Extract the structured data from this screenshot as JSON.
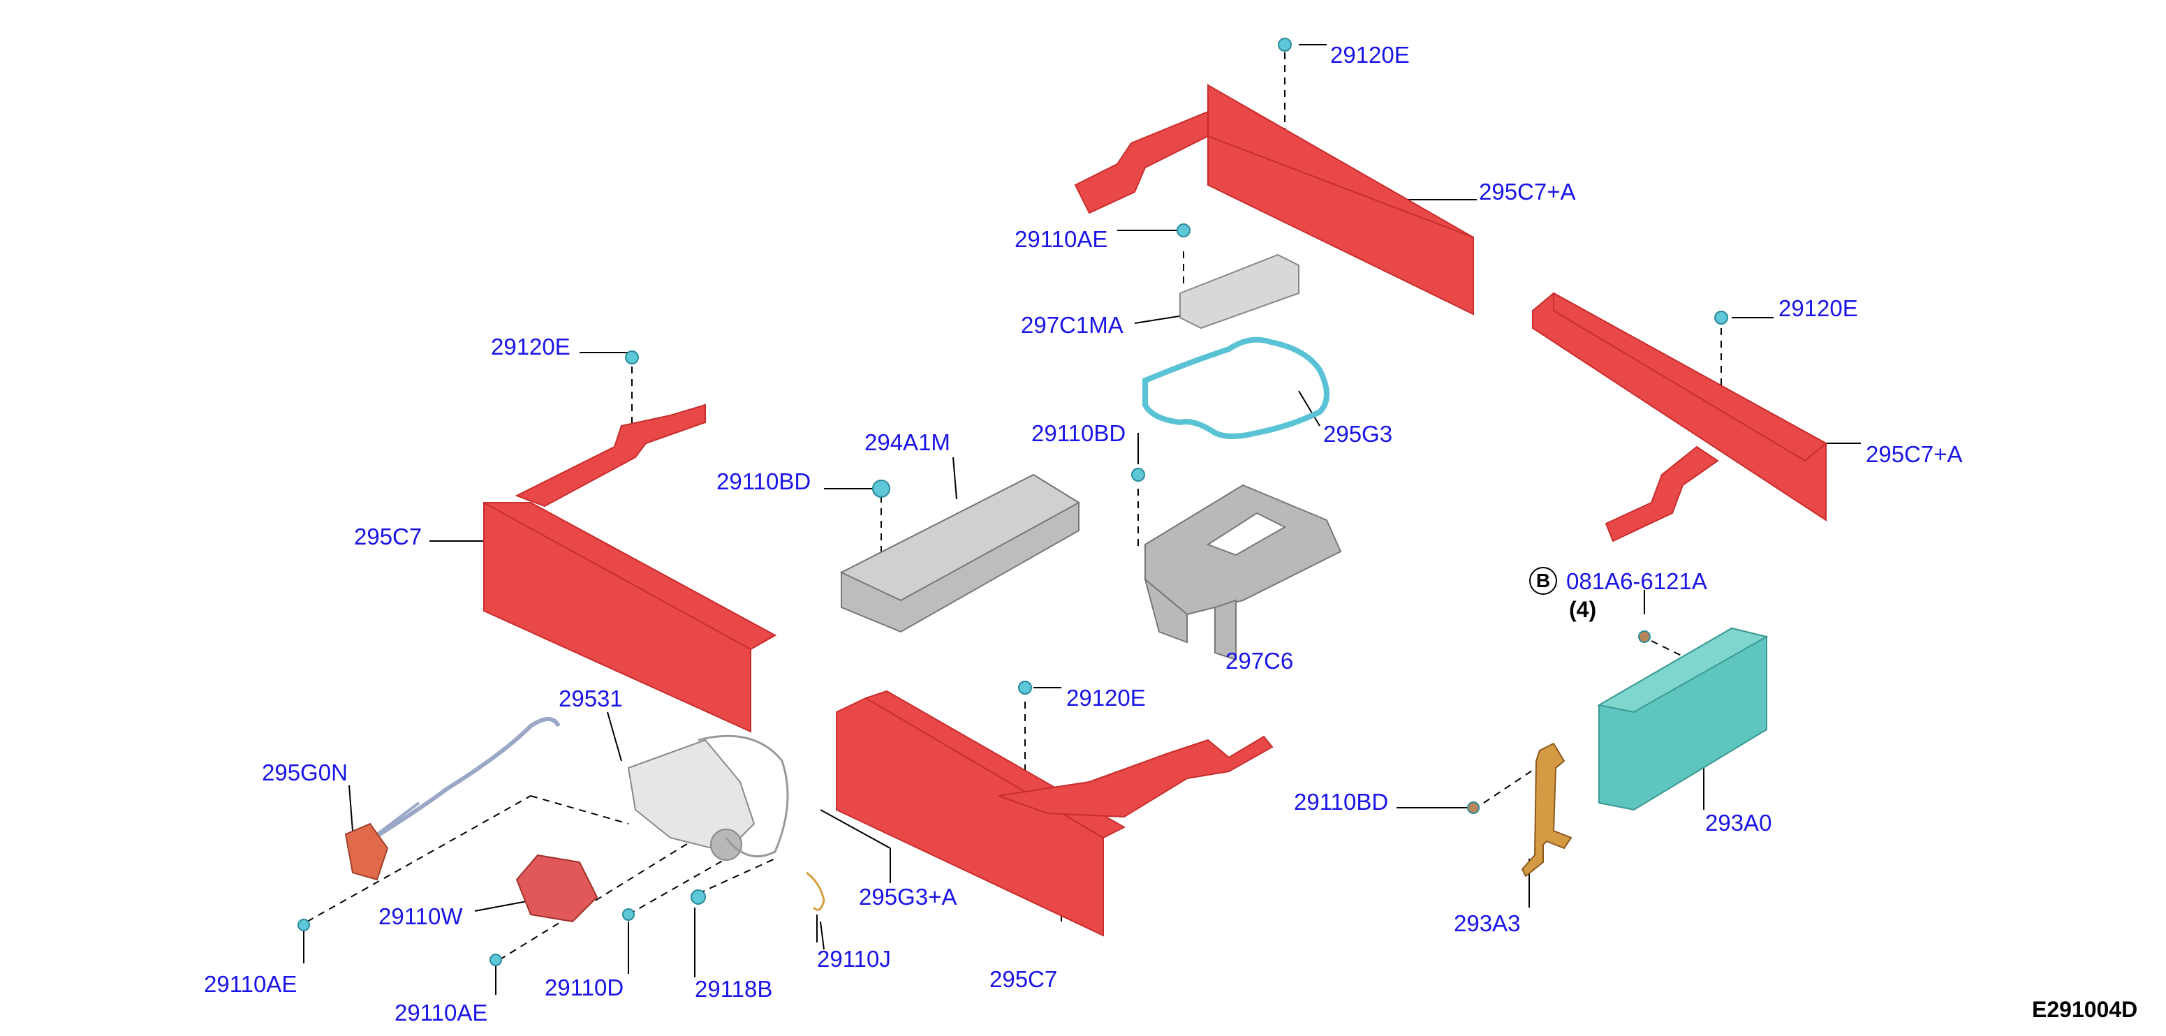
{
  "diagram_code": "E291004D",
  "callout": {
    "letter": "B",
    "part": "081A6-6121A",
    "qty": "(4)"
  },
  "labels": {
    "a_29120E": "29120E",
    "a_295C7A": "295C7+A",
    "a_29110AE": "29110AE",
    "a_297C1MA": "297C1MA",
    "b_29120E": "29120E",
    "b_295C7A": "295C7+A",
    "a_295G3": "295G3",
    "a_29110BD": "29110BD",
    "b_29110BD": "29110BD",
    "a_294A1M": "294A1M",
    "c_29120E": "29120E",
    "a_295C7": "295C7",
    "a_297C6": "297C6",
    "d_29120E": "29120E",
    "a_29531": "29531",
    "a_295G0N": "295G0N",
    "a_29110W": "29110W",
    "a_295G3A": "295G3+A",
    "a_29110J": "29110J",
    "b_295C7": "295C7",
    "b_29110AE": "29110AE",
    "c_29110AE": "29110AE",
    "a_29110D": "29110D",
    "a_29118B": "29118B",
    "c_29110BD": "29110BD",
    "a_293A0": "293A0",
    "a_293A3": "293A3"
  },
  "colors": {
    "label": "#1a14e6",
    "panel": "#e84848",
    "panel_dark": "#c92d2d",
    "ecu": "#5fc6bf",
    "fastener": "#5fc8d8",
    "part_grey": "#c8c8c8",
    "bracket": "#c98a3a"
  }
}
